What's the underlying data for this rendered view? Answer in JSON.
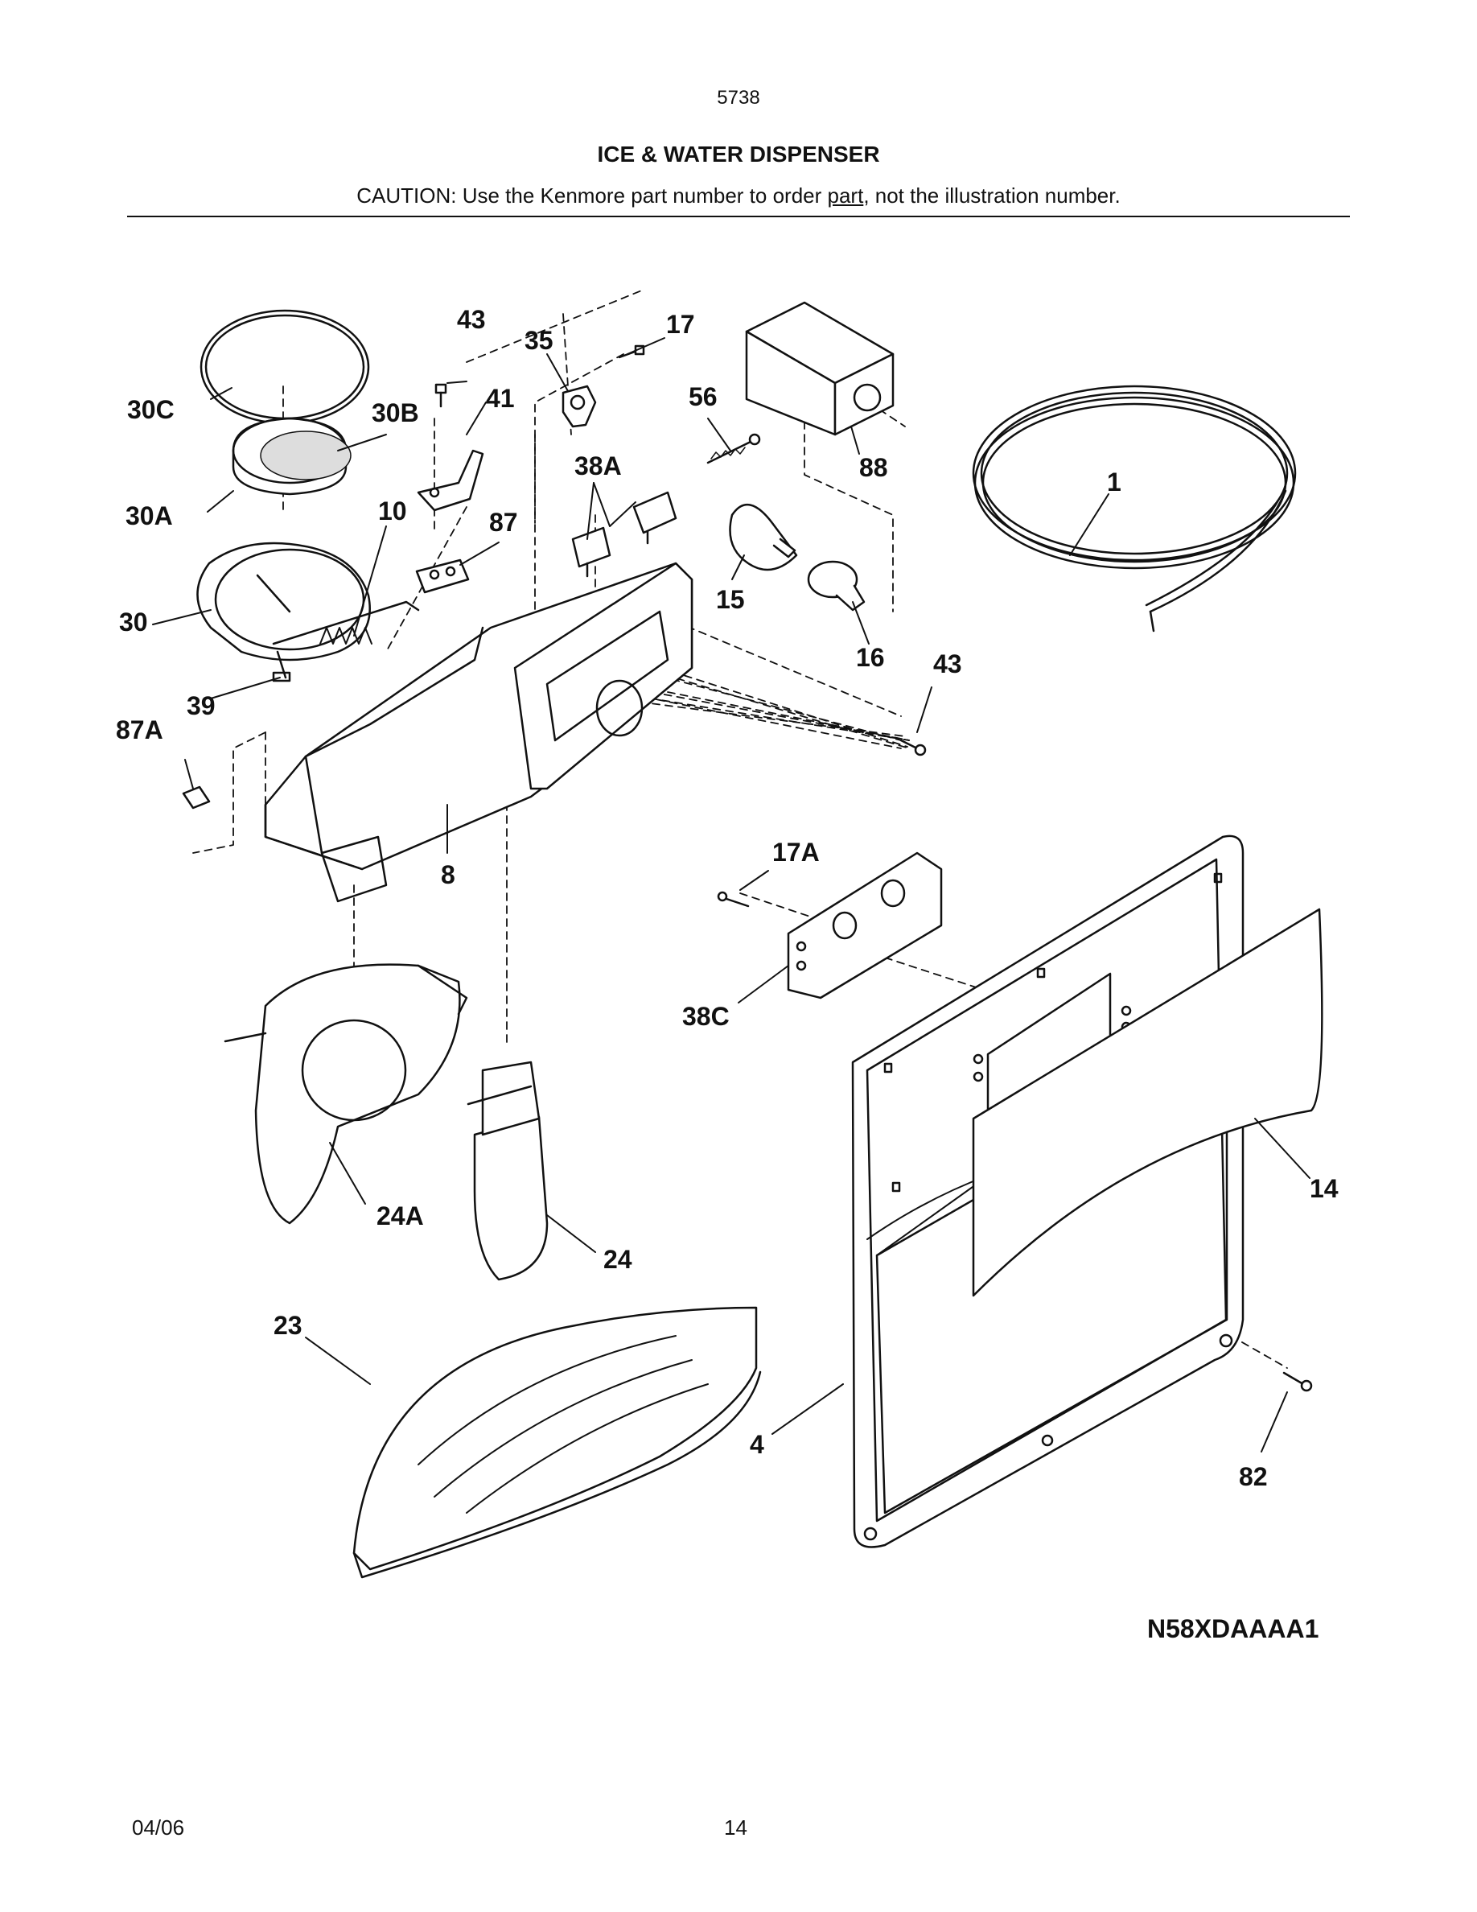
{
  "header": {
    "page_code": "5738",
    "title": "ICE & WATER DISPENSER",
    "caution_before": "CAUTION: Use the Kenmore part number to order ",
    "caution_underlined": "part",
    "caution_after": ", not the illustration number."
  },
  "callouts": {
    "p1": "1",
    "p4": "4",
    "p8": "8",
    "p10": "10",
    "p14": "14",
    "p15": "15",
    "p16": "16",
    "p17": "17",
    "p17A": "17A",
    "p23": "23",
    "p24": "24",
    "p24A": "24A",
    "p30": "30",
    "p30A": "30A",
    "p30B": "30B",
    "p30C": "30C",
    "p35": "35",
    "p38A": "38A",
    "p38C": "38C",
    "p39": "39",
    "p41": "41",
    "p43a": "43",
    "p43b": "43",
    "p56": "56",
    "p82": "82",
    "p87": "87",
    "p87A": "87A",
    "p88": "88"
  },
  "model_number": "N58XDAAAA1",
  "footer": {
    "date": "04/06",
    "page_number": "14"
  }
}
